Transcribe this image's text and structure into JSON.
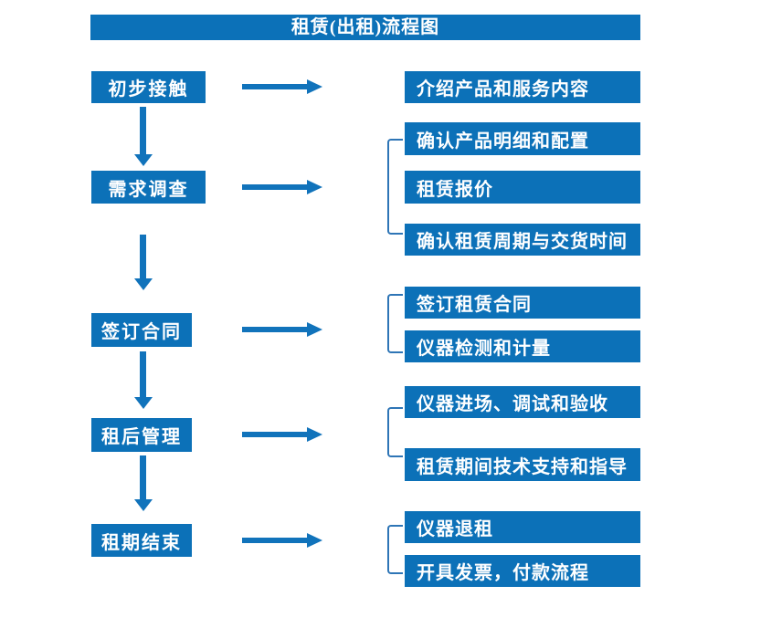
{
  "colors": {
    "box-blue": "#0c71b8",
    "arrow-blue": "#1173bb",
    "bracket-blue": "#2e75b6",
    "text-white": "#ffffff"
  },
  "flow": {
    "title": "租赁(出租)流程图",
    "stages": [
      {
        "label": "初步接触",
        "details": [
          "介绍产品和服务内容"
        ]
      },
      {
        "label": "需求调查",
        "details": [
          "确认产品明细和配置",
          "租赁报价",
          "确认租赁周期与交货时间"
        ]
      },
      {
        "label": "签订合同",
        "details": [
          "签订租赁合同",
          "仪器检测和计量"
        ]
      },
      {
        "label": "租后管理",
        "details": [
          "仪器进场、调试和验收",
          "租赁期间技术支持和指导"
        ]
      },
      {
        "label": "租期结束",
        "details": [
          "仪器退租",
          "开具发票，付款流程"
        ]
      }
    ]
  }
}
